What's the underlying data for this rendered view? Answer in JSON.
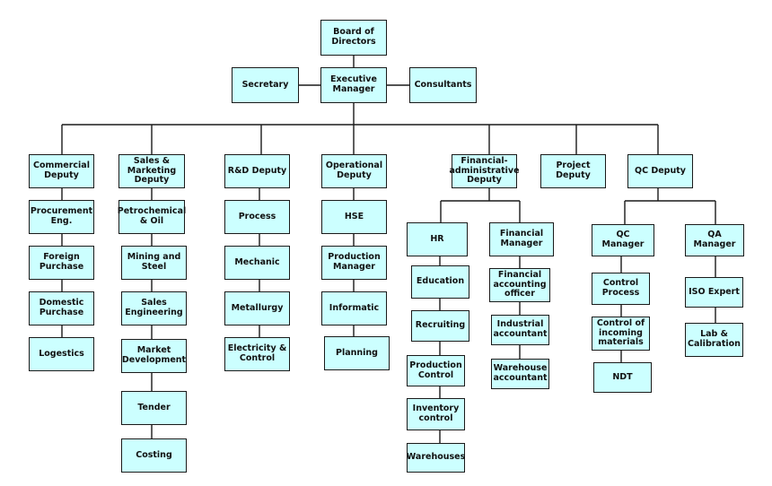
{
  "colors": {
    "box_fill": "#ccffff",
    "box_border": "#1a1a1a",
    "line": "#1a1a1a"
  },
  "nodes": {
    "board": "Board of\nDirectors",
    "secretary": "Secretary",
    "executive": "Executive\nManager",
    "consultants": "Consultants",
    "commercial": "Commercial\nDeputy",
    "procurement": "Procurement\nEng.",
    "foreign": "Foreign\nPurchase",
    "domestic": "Domestic\nPurchase",
    "logestics": "Logestics",
    "sales": "Sales &\nMarketing\nDeputy",
    "petro": "Petrochemical\n& Oil",
    "mining": "Mining and\nSteel",
    "saleseng": "Sales\nEngineering",
    "market": "Market\nDevelopment",
    "tender": "Tender",
    "costing": "Costing",
    "rnd": "R&D Deputy",
    "process": "Process",
    "mechanic": "Mechanic",
    "metallurgy": "Metallurgy",
    "electricity": "Electricity &\nControl",
    "operational": "Operational\nDeputy",
    "hse": "HSE",
    "prodmgr": "Production\nManager",
    "informatic": "Informatic",
    "planning": "Planning",
    "finadmin": "Financial-\nadministrative\nDeputy",
    "hr": "HR",
    "education": "Education",
    "recruiting": "Recruiting",
    "prodcontrol": "Production\nControl",
    "inventory": "Inventory\ncontrol",
    "warehouses": "Warehouses",
    "finmgr": "Financial\nManager",
    "finacct": "Financial\naccounting\nofficer",
    "indacct": "Industrial\naccountant",
    "whacct": "Warehouse\naccountant",
    "project": "Project Deputy",
    "qcdeputy": "QC Deputy",
    "qcmgr": "QC Manager",
    "ctrlprocess": "Control\nProcess",
    "incoming": "Control of\nincoming\nmaterials",
    "ndt": "NDT",
    "qamgr": "QA Manager",
    "iso": "ISO Expert",
    "lab": "Lab &\nCalibration"
  }
}
